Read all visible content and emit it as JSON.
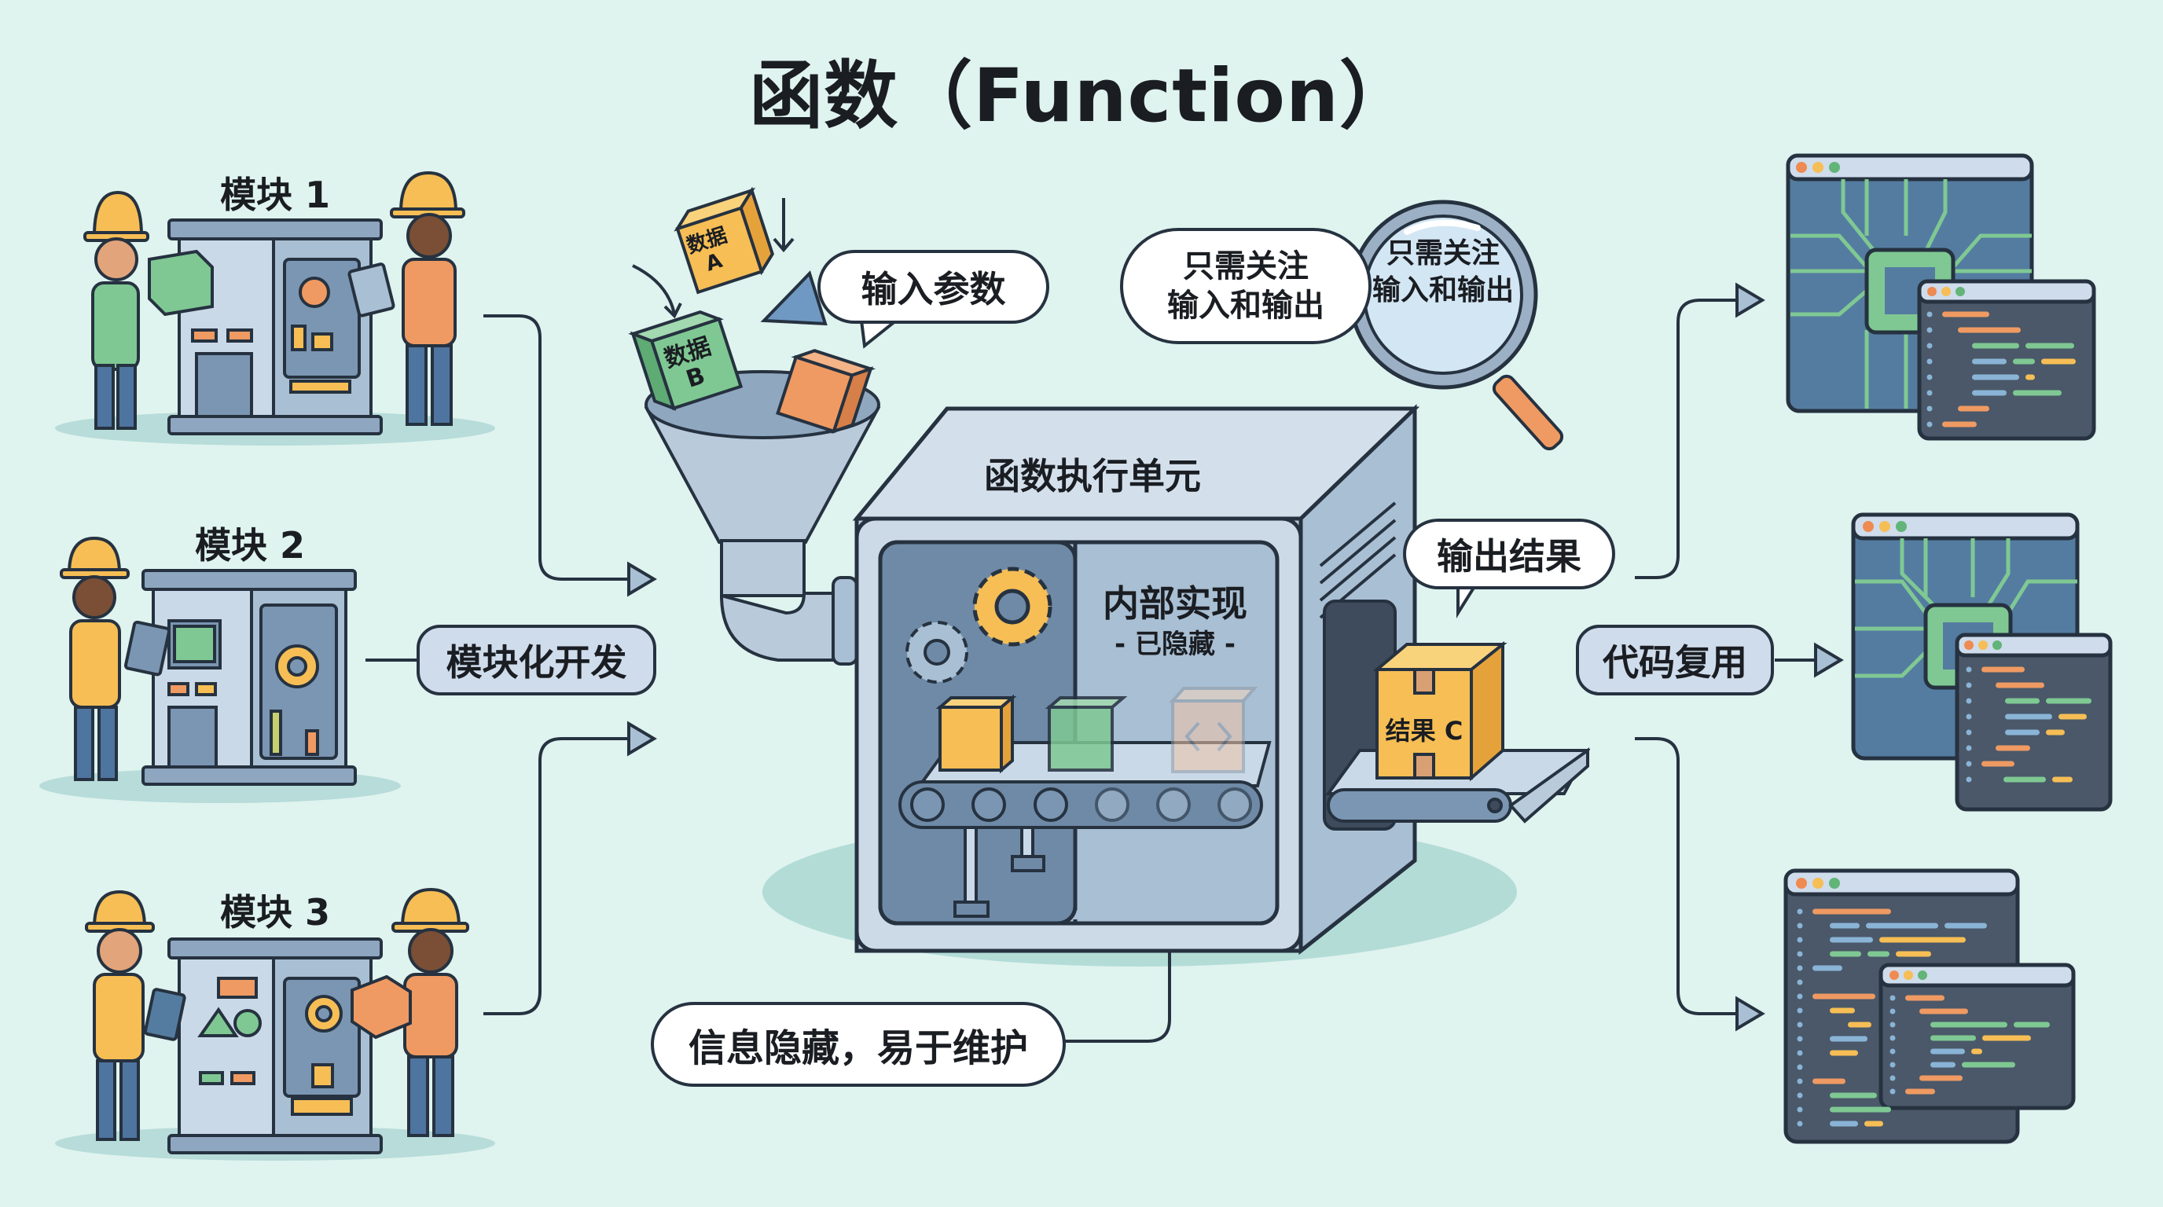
{
  "title": "函数（Function）",
  "modules": [
    {
      "label": "模块 1"
    },
    {
      "label": "模块 2"
    },
    {
      "label": "模块 3"
    }
  ],
  "callouts": {
    "modular_dev": "模块化开发",
    "input_params": "输入参数",
    "focus_io": "只需关注\n输入和输出",
    "focus_io_line1": "只需关注",
    "focus_io_line2": "输入和输出",
    "output_result": "输出结果",
    "code_reuse": "代码复用",
    "info_hiding": "信息隐藏，易于维护"
  },
  "inputs": {
    "data_a": {
      "line1": "数据",
      "line2": "A"
    },
    "data_b": {
      "line1": "数据",
      "line2": "B"
    }
  },
  "machine": {
    "title": "函数执行单元",
    "internal_title": "内部实现",
    "internal_sub": "- 已隐藏 -",
    "result_box": "结果 C"
  },
  "colors": {
    "background": "#dff3ef",
    "outline": "#263240",
    "steel": "#b9cadb",
    "steel_dark": "#6f8aa6",
    "orange": "#ef9a62",
    "yellow": "#f6be55",
    "green": "#7fc893",
    "blue_window": "#547ca0",
    "code_window": "#4a5869"
  }
}
